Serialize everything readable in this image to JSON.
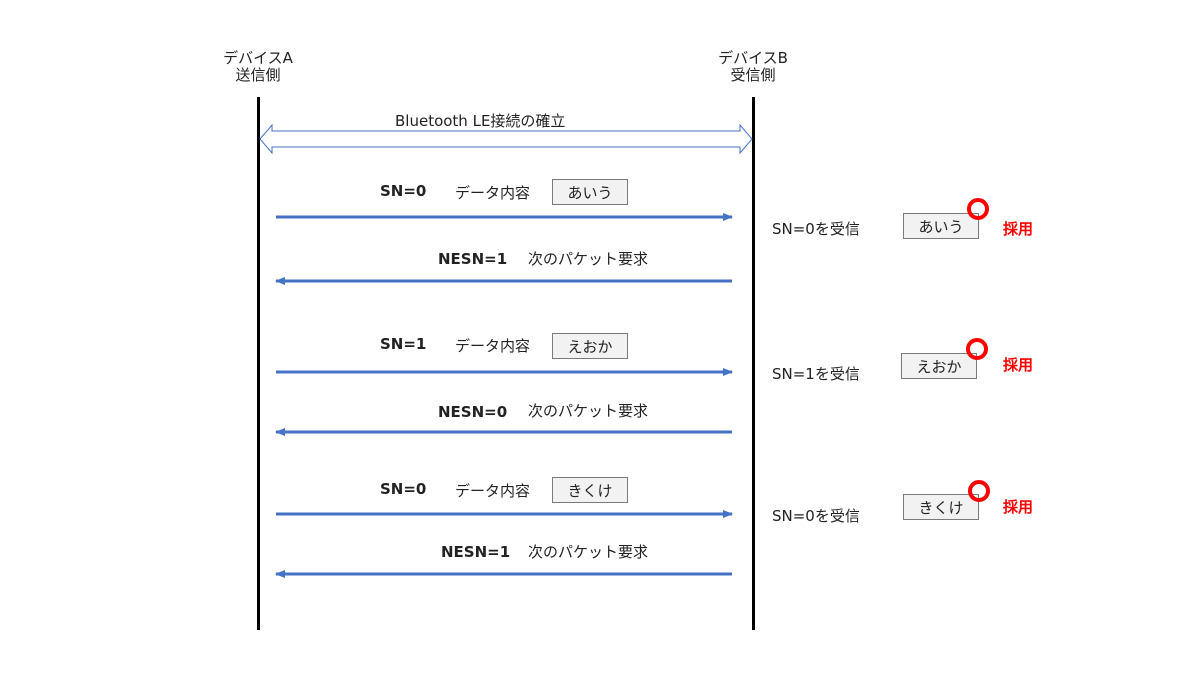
{
  "devices": {
    "a": {
      "name": "デバイスA",
      "role": "送信側"
    },
    "b": {
      "name": "デバイスB",
      "role": "受信側"
    }
  },
  "connection_label": "Bluetooth LE接続の確立",
  "data_label": "データ内容",
  "request_label": "次のパケット要求",
  "adopt_label": "採用",
  "exchanges": [
    {
      "sn": "SN=0",
      "payload": "あいう",
      "nesn": "NESN=1",
      "received": "SN=0を受信",
      "stored": "あいう"
    },
    {
      "sn": "SN=1",
      "payload": "えおか",
      "nesn": "NESN=0",
      "received": "SN=1を受信",
      "stored": "えおか"
    },
    {
      "sn": "SN=0",
      "payload": "きくけ",
      "nesn": "NESN=1",
      "received": "SN=0を受信",
      "stored": "きくけ"
    }
  ],
  "colors": {
    "arrow": "#4472c4",
    "adopt": "#ff0000",
    "lifeline": "#000000"
  }
}
